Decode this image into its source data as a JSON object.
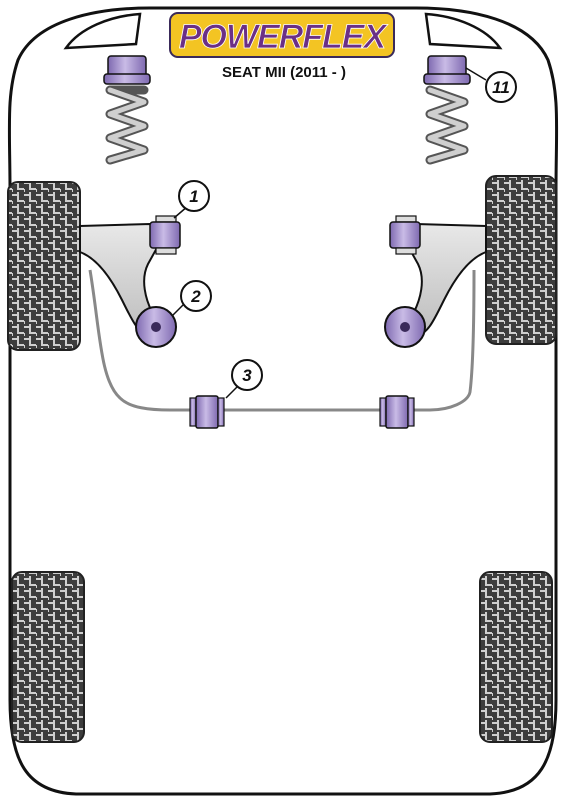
{
  "brand": {
    "name": "POWERFLEX",
    "text_color": "#6b2f86",
    "badge_color": "#f3c423"
  },
  "vehicle": {
    "label": "SEAT MII (2011 - )"
  },
  "callouts": [
    {
      "id": "callout-1",
      "number": "1"
    },
    {
      "id": "callout-2",
      "number": "2"
    },
    {
      "id": "callout-3",
      "number": "3"
    },
    {
      "id": "callout-11",
      "number": "11"
    }
  ],
  "colors": {
    "bush_purple": "#9b87c7",
    "bush_dark": "#3a2a5a",
    "outline": "#111111",
    "arm_grey": "#d6d6d6",
    "tyre_grey": "#5a5a5a"
  }
}
